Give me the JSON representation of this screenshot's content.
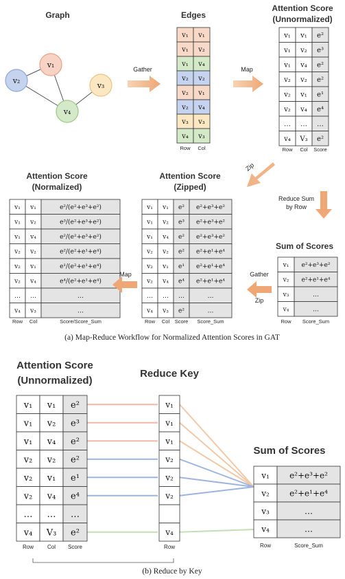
{
  "part_a": {
    "graph": {
      "title": "Graph",
      "nodes": [
        {
          "id": "v1",
          "label": "v₁",
          "color": "#f8d3c5",
          "stroke": "#e8a185"
        },
        {
          "id": "v2",
          "label": "v₂",
          "color": "#c5d3ef",
          "stroke": "#8ea8da"
        },
        {
          "id": "v3",
          "label": "v₃",
          "color": "#fbe7c2",
          "stroke": "#e9c483"
        },
        {
          "id": "v4",
          "label": "v₄",
          "color": "#d4e9c7",
          "stroke": "#9cc986"
        }
      ],
      "edges": [
        [
          "v1",
          "v2"
        ],
        [
          "v1",
          "v4"
        ],
        [
          "v2",
          "v4"
        ],
        [
          "v3",
          "v4"
        ]
      ]
    },
    "gather_label": "Gather",
    "edges_table": {
      "title": "Edges",
      "col_labels": [
        "Row",
        "Col"
      ],
      "rows": [
        {
          "row": "v₁",
          "col": "v₁",
          "color": "#f8d8c6"
        },
        {
          "row": "v₁",
          "col": "v₂",
          "color": "#f8d8c6"
        },
        {
          "row": "v₁",
          "col": "v₄",
          "color": "#d4e9c7"
        },
        {
          "row": "v₂",
          "col": "v₂",
          "color": "#c5d3ef"
        },
        {
          "row": "v₂",
          "col": "v₁",
          "color": "#f8d8c6"
        },
        {
          "row": "v₂",
          "col": "v₄",
          "color": "#c5d3ef"
        },
        {
          "row": "v₃",
          "col": "v₃",
          "color": "#fbe7c2"
        },
        {
          "row": "v₄",
          "col": "v₃",
          "color": "#d4e9c7"
        }
      ]
    },
    "map_label": "Map",
    "unnormalized": {
      "title": "Attention Score",
      "subtitle": "(Unnormalized)",
      "col_labels": [
        "Row",
        "Col",
        "Score"
      ],
      "rows": [
        [
          "v₁",
          "v₁",
          "e²"
        ],
        [
          "v₁",
          "v₂",
          "e³"
        ],
        [
          "v₁",
          "v₄",
          "e²"
        ],
        [
          "v₂",
          "v₂",
          "e²"
        ],
        [
          "v₂",
          "v₁",
          "e¹"
        ],
        [
          "v₂",
          "v₄",
          "e⁴"
        ],
        [
          "…",
          "…",
          "…"
        ],
        [
          "v₄",
          "V₃",
          "e²"
        ]
      ]
    },
    "zip_label": "Zip",
    "reduce_label": [
      "Reduce Sum",
      "by Row"
    ],
    "zipped": {
      "title": "Attention Score",
      "subtitle": "(Zipped)",
      "col_labels": [
        "Row",
        "Col",
        "Score",
        "Score_Sum"
      ],
      "rows": [
        [
          "v₁",
          "v₁",
          "e²",
          "e²+e³+e²"
        ],
        [
          "v₁",
          "v₂",
          "e³",
          "e²+e³+e²"
        ],
        [
          "v₁",
          "v₄",
          "e²",
          "e²+e³+e²"
        ],
        [
          "v₂",
          "v₂",
          "e²",
          "e²+e¹+e⁴"
        ],
        [
          "v₂",
          "v₁",
          "e¹",
          "e²+e¹+e⁴"
        ],
        [
          "v₂",
          "v₄",
          "e⁴",
          "e²+e¹+e⁴"
        ],
        [
          "…",
          "…",
          "…",
          "…"
        ],
        [
          "v₄",
          "v₃",
          "e²",
          "…"
        ]
      ]
    },
    "normalized": {
      "title": "Attention Score",
      "subtitle": "(Normalized)",
      "col_labels": [
        "Row",
        "Col",
        "Score/Score_Sum"
      ],
      "rows": [
        [
          "v₁",
          "v₁",
          "e²/(e²+e³+e²)"
        ],
        [
          "v₁",
          "v₂",
          "e³/(e²+e³+e²)"
        ],
        [
          "v₁",
          "v₄",
          "e²/(e²+e³+e²)"
        ],
        [
          "v₂",
          "v₂",
          "e²/(e²+e¹+e⁴)"
        ],
        [
          "v₂",
          "v₁",
          "e¹/(e²+e¹+e⁴)"
        ],
        [
          "v₂",
          "v₄",
          "e⁴/(e²+e¹+e⁴)"
        ],
        [
          "…",
          "…",
          "…"
        ],
        [
          "v₄",
          "v₃",
          "…"
        ]
      ]
    },
    "map2_label": "Map",
    "gather_zip_label": [
      "Gather",
      "Zip"
    ],
    "sum_scores": {
      "title": "Sum of Scores",
      "col_labels": [
        "Row",
        "Score_Sum"
      ],
      "rows": [
        [
          "v₁",
          "e²+e³+e²"
        ],
        [
          "v₂",
          "e²+e¹+e⁴"
        ],
        [
          "v₃",
          "…"
        ],
        [
          "v₄",
          "…"
        ]
      ]
    },
    "caption": "(a)  Map-Reduce Workflow for Normalized Attention Scores in GAT"
  },
  "part_b": {
    "unnormalized": {
      "title": "Attention Score",
      "subtitle": "(Unnormalized)",
      "col_labels": [
        "Row",
        "Col",
        "Score"
      ],
      "rows": [
        [
          "v₁",
          "v₁",
          "e²"
        ],
        [
          "v₁",
          "v₂",
          "e³"
        ],
        [
          "v₁",
          "v₄",
          "e²"
        ],
        [
          "v₂",
          "v₂",
          "e²"
        ],
        [
          "v₂",
          "v₁",
          "e¹"
        ],
        [
          "v₂",
          "v₄",
          "e⁴"
        ],
        [
          "…",
          "…",
          "…"
        ],
        [
          "v₄",
          "V₃",
          "e²"
        ]
      ]
    },
    "reduce_key": {
      "title": "Reduce Key",
      "col_label": "Row",
      "rows": [
        "v₁",
        "v₁",
        "v₁",
        "v₂",
        "v₂",
        "v₂",
        "",
        "v₄"
      ]
    },
    "sum_scores": {
      "title": "Sum of Scores",
      "col_labels": [
        "Row",
        "Score_Sum"
      ],
      "rows": [
        [
          "v₁",
          "e²+e³+e²"
        ],
        [
          "v₂",
          "e²+e¹+e⁴"
        ],
        [
          "v₃",
          "…"
        ],
        [
          "v₄",
          "…"
        ]
      ]
    },
    "line_colors": [
      "#f2b8a3",
      "#f2b8a3",
      "#f2b8a3",
      "#9db4e0",
      "#9db4e0",
      "#9db4e0",
      "",
      "#c4dfb3"
    ],
    "fan_colors": [
      "#f2c9a8",
      "#f2c9a8",
      "#f2c9a8",
      "#9db4e0",
      "#9db4e0",
      "#9db4e0",
      "",
      "#c4dfb3"
    ],
    "caption": "(b)  Reduce by Key"
  }
}
